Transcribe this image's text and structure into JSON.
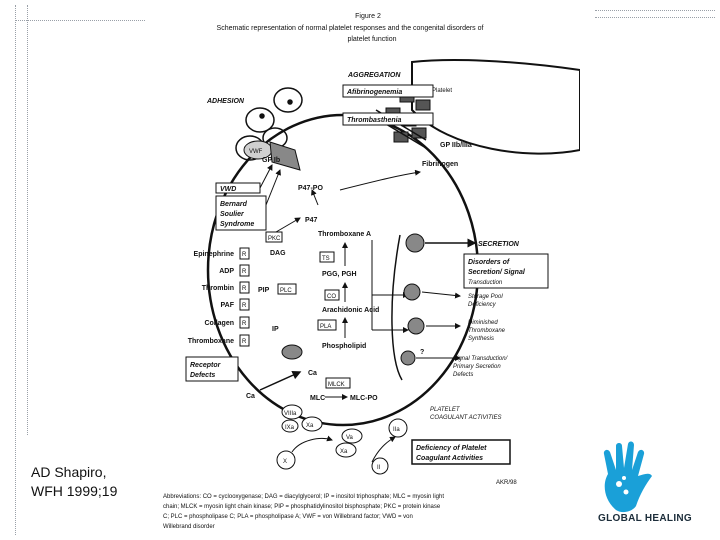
{
  "caption": {
    "line1": "AD Shapiro,",
    "line2": "WFH 1999;19"
  },
  "logo": {
    "name": "hand-logo-icon",
    "text": "GLOBAL HEALING",
    "color": "#1aa0d8"
  },
  "figure": {
    "title": "Figure 2",
    "subtitle_line1": "Schematic representation of normal platelet responses and the congenital disorders of",
    "subtitle_line2": "platelet function",
    "aggregation": "AGGREGATION",
    "platelet": "Platelet",
    "adhesion": "ADHESION",
    "afibrinogenemia": "Afibrinogenemia",
    "thrombasthenia": "Thrombasthenia",
    "vwf": "VWF",
    "gp_ib": "GP Ib",
    "gp_iib_iiia": "GP IIb/IIIa",
    "fibrinogen": "Fibrinogen",
    "vwd": "VWD",
    "bernard_1": "Bernard",
    "bernard_2": "Soulier",
    "bernard_3": "Syndrome",
    "p47_po4": "P47-PO",
    "p47": "P47",
    "pkc": "PKC",
    "dag": "DAG",
    "thromboxane_a2": "Thromboxane A",
    "ts": "TS",
    "pgg2_pgh2": "PGG, PGH",
    "co": "CO",
    "arachidonic": "Arachidonic Acid",
    "pla2": "PLA",
    "phospholipid": "Phospholipid",
    "pip2": "PIP",
    "plc": "PLC",
    "ip3": "IP",
    "ca_inner": "Ca",
    "mlck": "MLCK",
    "mlc": "MLC",
    "mlc_po4": "MLC-PO",
    "ca_outer": "Ca",
    "receptors": [
      "Epinephrine",
      "ADP",
      "Thrombin",
      "PAF",
      "Collagen",
      "Thromboxane"
    ],
    "receptor_box": "R",
    "receptor_defects_1": "Receptor",
    "receptor_defects_2": "Defects",
    "secretion": "SECRETION",
    "disorders_secretion_1": "Disorders of",
    "disorders_secretion_2": "Secretion/ Signal",
    "disorders_secretion_3": "Transduction",
    "storage_pool_1": "Storage Pool",
    "storage_pool_2": "Deficiency",
    "diminished_1": "Diminished",
    "diminished_2": "Thromboxane",
    "diminished_3": "Synthesis",
    "signal_1": "Signal Transduction/",
    "signal_2": "Primary Secretion",
    "signal_3": "Defects",
    "question": "?",
    "platelet_coag_1": "PLATELET",
    "platelet_coag_2": "COAGULANT ACTIVITIES",
    "viiia": "VIIIa",
    "ixa": "IXa",
    "xa_top": "Xa",
    "va": "Va",
    "xa": "Xa",
    "iia": "IIa",
    "x": "X",
    "ii": "II",
    "deficiency_1": "Deficiency of Platelet",
    "deficiency_2": "Coagulant Activities",
    "akr": "AKR/98",
    "abbrev_1": "Abbreviations: CO = cyclooxygenase; DAG = diacylglycerol; IP = inositol triphosphate; MLC = myosin light",
    "abbrev_2": "chain; MLCK = myosin light chain kinase; PIP = phosphatidylinositol bisphosphate; PKC = protein kinase",
    "abbrev_3": "C; PLC = phospholipase C; PLA = phospholipase A; VWF = von Willebrand factor; VWD = von",
    "abbrev_4": "Willebrand disorder"
  }
}
